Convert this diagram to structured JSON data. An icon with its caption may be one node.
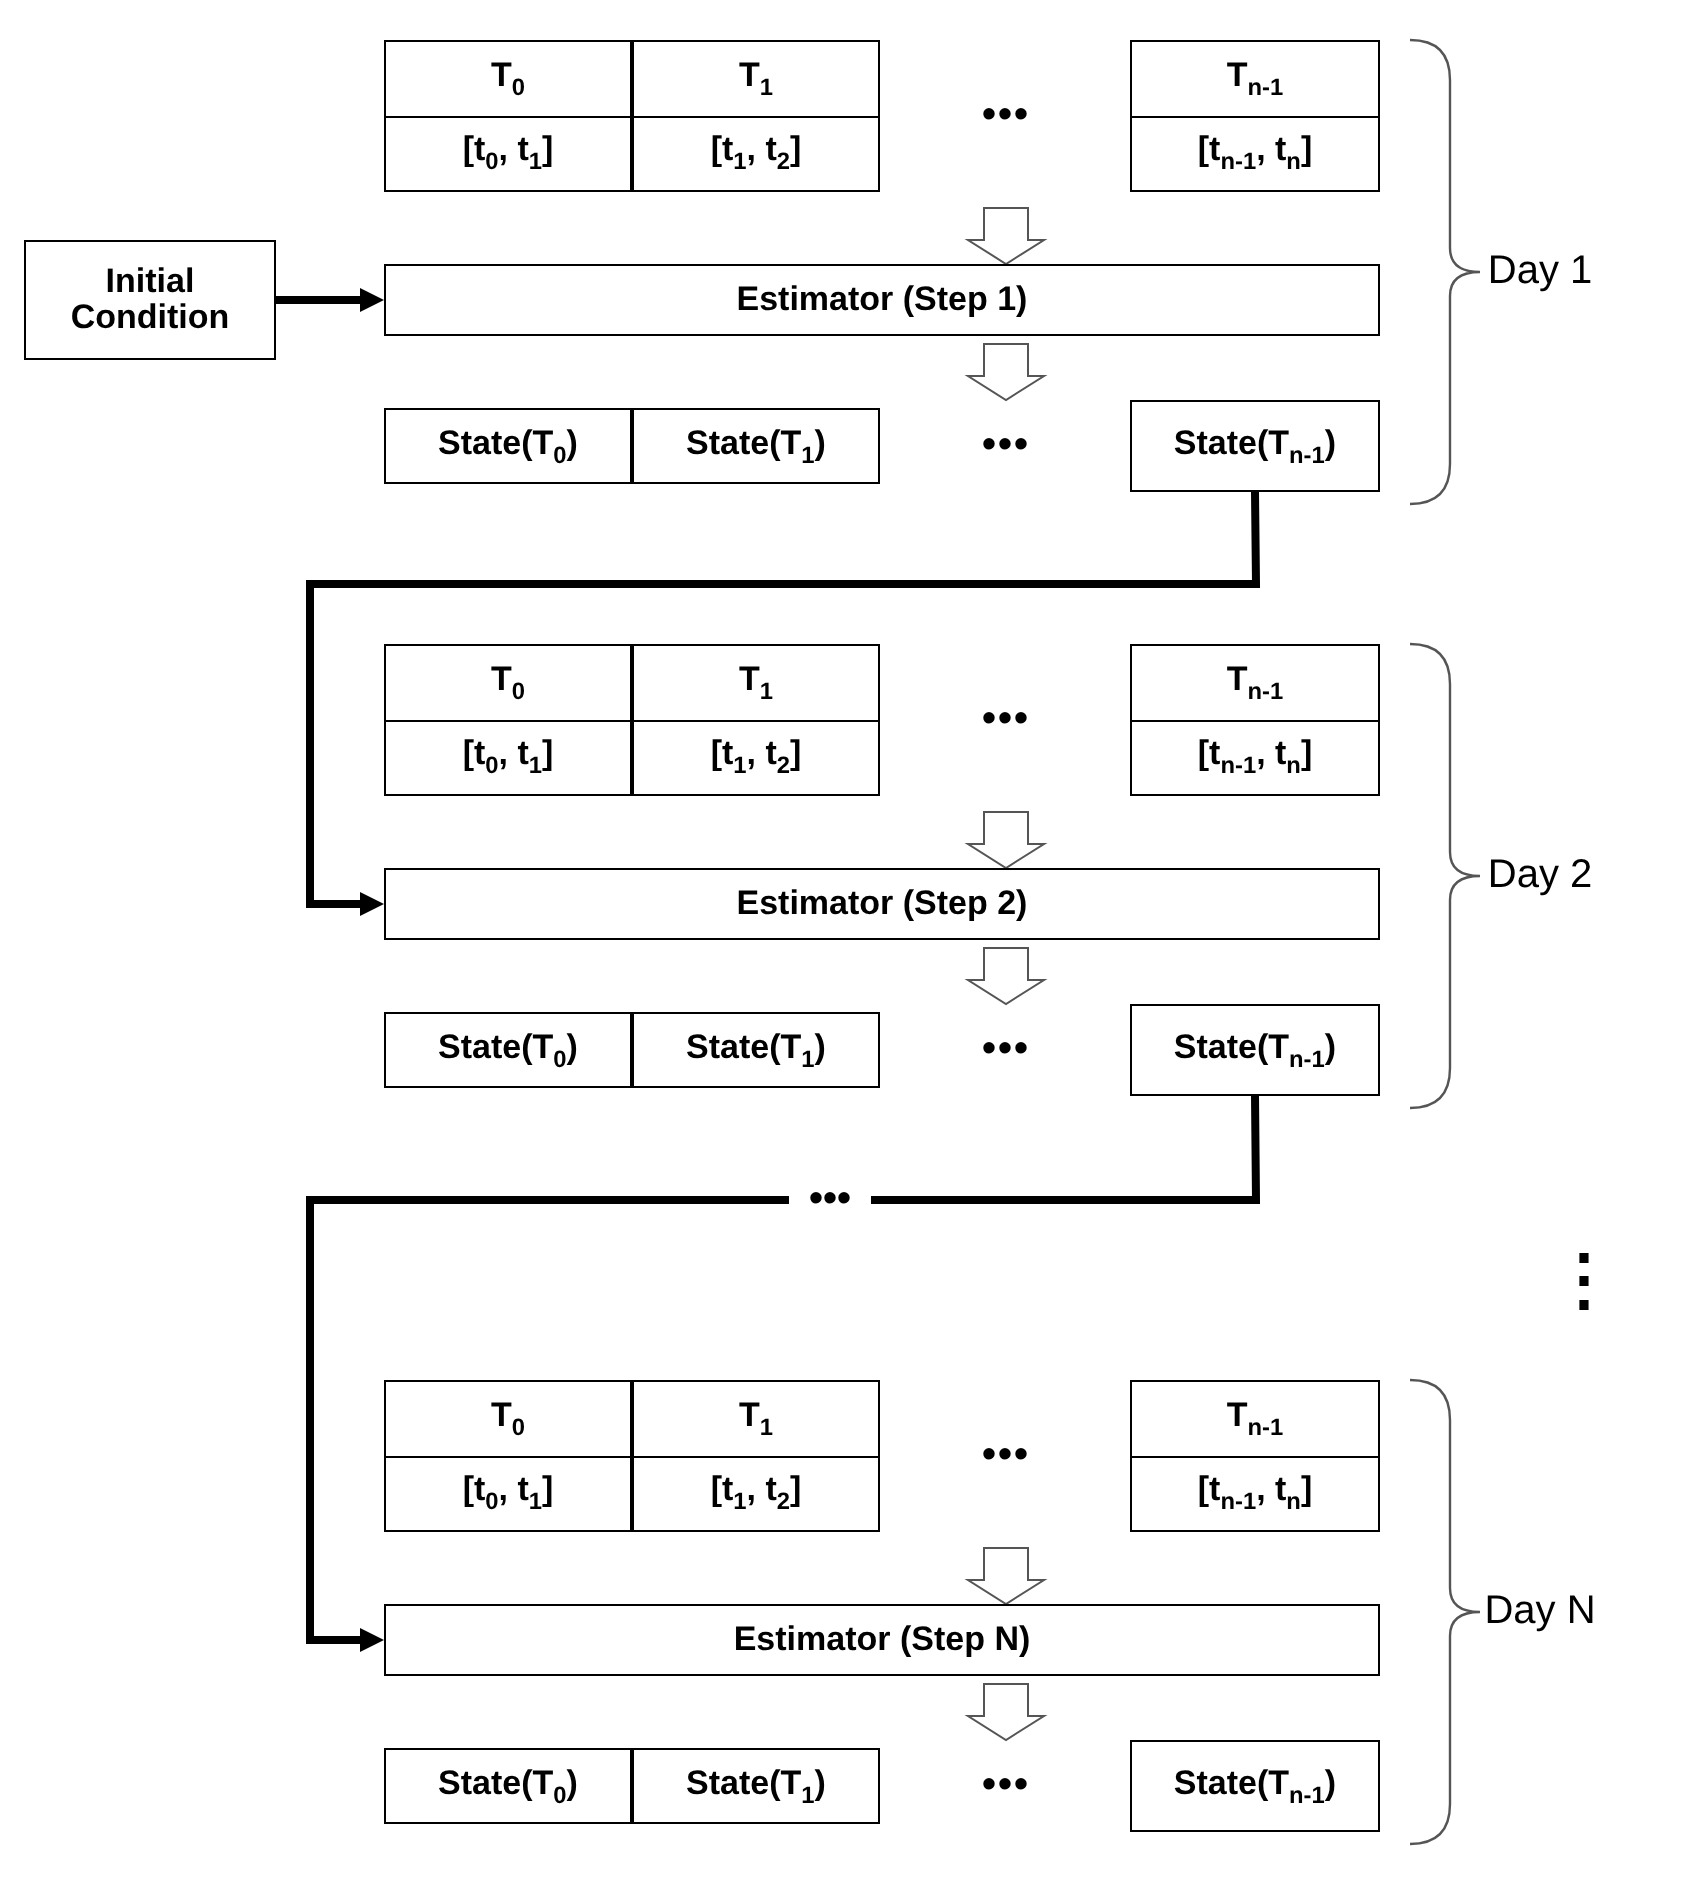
{
  "diagram": {
    "nodes": [
      {
        "text": [
          "T$_{0}$",
          "[t$_{0}$, t$_{1}$]"
        ]
      },
      {
        "text": [
          "T$_{1}$",
          "[t$_{1}$, t$_{2}$]"
        ]
      },
      {
        "text": [
          "T$_{n-1}$",
          "[t$_{n-1}$, t$_{n}$]"
        ]
      },
      {
        "text": [
          "Initial Condition"
        ]
      },
      {
        "text": [
          "Estimator (Step 1)"
        ]
      },
      {
        "text": [
          "State(T$_{0}$)"
        ]
      },
      {
        "text": [
          "State(T$_{1}$)"
        ]
      },
      {
        "text": [
          "State(T$_{n-1}$)"
        ]
      },
      {
        "text": [
          "T$_{0}$",
          "[t$_{0}$, t$_{1}$]"
        ]
      },
      {
        "text": [
          "T$_{1}$",
          "[t$_{1}$, t$_{2}$]"
        ]
      },
      {
        "text": [
          "T$_{n-1}$",
          "[t$_{n-1}$, t$_{n}$]"
        ]
      },
      {
        "text": [
          "Estimator (Step 2)"
        ]
      },
      {
        "text": [
          "State(T$_{0}$)"
        ]
      },
      {
        "text": [
          "State(T$_{1}$)"
        ]
      },
      {
        "text": [
          "State(T$_{n-1}$)"
        ]
      },
      {
        "text": [
          "T$_{0}$",
          "[t$_{0}$, t$_{1}$]"
        ]
      },
      {
        "text": [
          "T$_{1}$",
          "[t$_{1}$, t$_{2}$]"
        ]
      },
      {
        "text": [
          "T$_{n-1}$",
          "[t$_{n-1}$, t$_{n}$]"
        ]
      },
      {
        "text": [
          "Estimator (Step N)"
        ]
      },
      {
        "text": [
          "State(T$_{0}$)"
        ]
      },
      {
        "text": [
          "State(T$_{1}$)"
        ]
      },
      {
        "text": [
          "State(T$_{n-1}$)"
        ]
      }
    ],
    "edges": [
      {
        "from": null,
        "to": 4,
        "arrow": "to"
      },
      {
        "from": 3,
        "to": 4,
        "arrow": "to"
      },
      {
        "from": 4,
        "to": null,
        "arrow": "to"
      },
      {
        "from": 7,
        "to": 11,
        "arrow": "to"
      },
      {
        "from": null,
        "to": 11,
        "arrow": "to"
      },
      {
        "from": 11,
        "to": null,
        "arrow": "to"
      },
      {
        "from": 14,
        "to": 18,
        "arrow": "to",
        "label": "•••"
      },
      {
        "from": null,
        "to": 18,
        "arrow": "to"
      },
      {
        "from": 18,
        "to": null,
        "arrow": "to"
      }
    ],
    "labels": [
      "•••",
      "Day 1",
      "•••",
      "•••",
      "Day 2",
      "•••",
      "⋮",
      "•••",
      "Day N",
      "•••"
    ]
  }
}
